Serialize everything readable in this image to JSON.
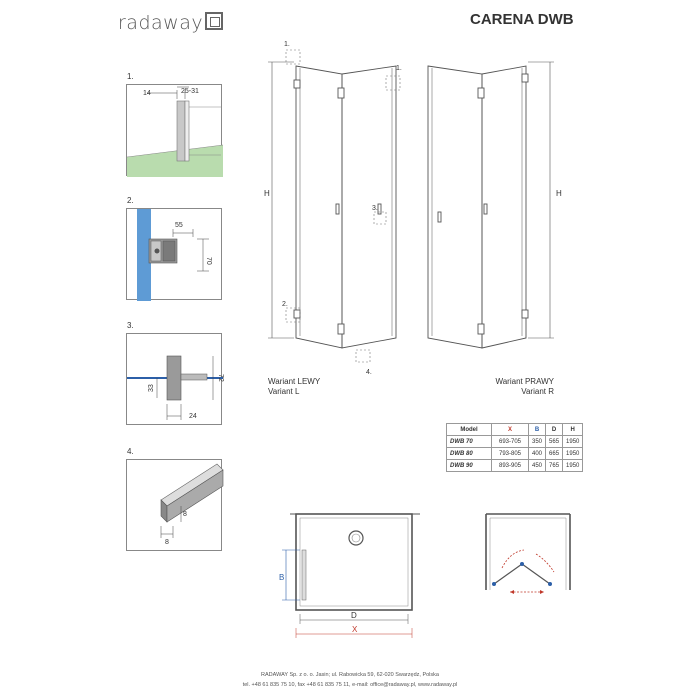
{
  "header": {
    "logo_text": "radaway",
    "product_title": "CARENA DWB"
  },
  "details": {
    "d1": {
      "label": "1.",
      "dim_a": "14",
      "dim_b": "25-31"
    },
    "d2": {
      "label": "2.",
      "dim_a": "55",
      "dim_b": "70"
    },
    "d3": {
      "label": "3.",
      "dim_a": "33",
      "dim_b": "72",
      "dim_c": "24"
    },
    "d4": {
      "label": "4.",
      "dim_a": "8",
      "dim_b": "8"
    }
  },
  "drawing": {
    "callout_1": "1.",
    "callout_1b": "1.",
    "callout_2": "2.",
    "callout_3": "3.",
    "callout_4": "4.",
    "height_label_left": "H",
    "height_label_right": "H"
  },
  "variants": {
    "left_line1": "Wariant LEWY",
    "left_line2": "Variant L",
    "right_line1": "Wariant PRAWY",
    "right_line2": "Variant R"
  },
  "spec_table": {
    "headers": [
      "Model",
      "X",
      "B",
      "D",
      "H"
    ],
    "rows": [
      [
        "DWB 70",
        "693-705",
        "350",
        "565",
        "1950"
      ],
      [
        "DWB 80",
        "793-805",
        "400",
        "665",
        "1950"
      ],
      [
        "DWB 90",
        "893-905",
        "450",
        "765",
        "1950"
      ]
    ]
  },
  "plan": {
    "label_b": "B",
    "label_d": "D",
    "label_x": "X"
  },
  "colors": {
    "accent_blue": "#2c5fa8",
    "accent_red": "#c0392b",
    "wall_green": "#b9dcae",
    "line_gray": "#666666"
  },
  "footer": {
    "line1": "RADAWAY Sp. z o. o. Jasin; ul. Rabowicka 59, 62-020 Swarzędz, Polska",
    "line2": "tel. +48 61 835 75 10, fax +48 61 835 75 11, e-mail: office@radaway.pl, www.radaway.pl"
  }
}
